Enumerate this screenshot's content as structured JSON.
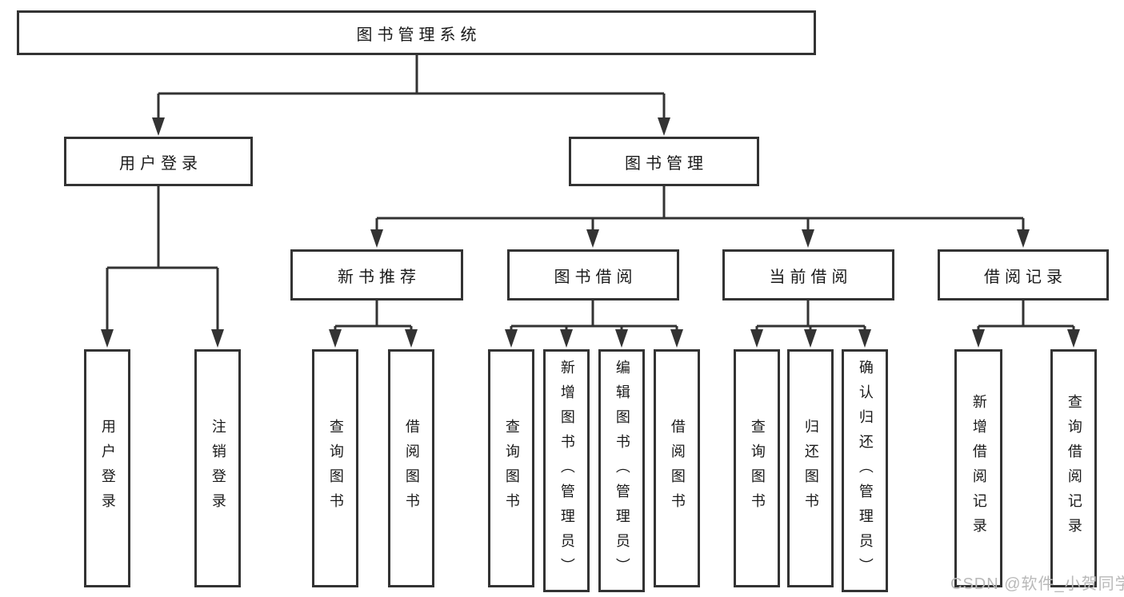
{
  "diagram_type": "tree",
  "root_label": "图书管理系统",
  "branches": [
    {
      "label": "用户登录",
      "leaves": [
        "用户登录",
        "注销登录"
      ]
    },
    {
      "label": "图书管理",
      "sections": [
        {
          "label": "新书推荐",
          "leaves": [
            "查询图书",
            "借阅图书"
          ]
        },
        {
          "label": "图书借阅",
          "leaves": [
            "查询图书",
            "新增图书（管理员）",
            "编辑图书（管理员）",
            "借阅图书"
          ]
        },
        {
          "label": "当前借阅",
          "leaves": [
            "查询图书",
            "归还图书",
            "确认归还（管理员）"
          ]
        },
        {
          "label": "借阅记录",
          "leaves": [
            "新增借阅记录",
            "查询借阅记录"
          ]
        }
      ]
    }
  ],
  "watermark": "CSDN @软件_小贺同学",
  "colors": {
    "line": "#333333",
    "text": "#1a1a1a",
    "background": "#ffffff",
    "watermark": "#b9b9b9"
  }
}
